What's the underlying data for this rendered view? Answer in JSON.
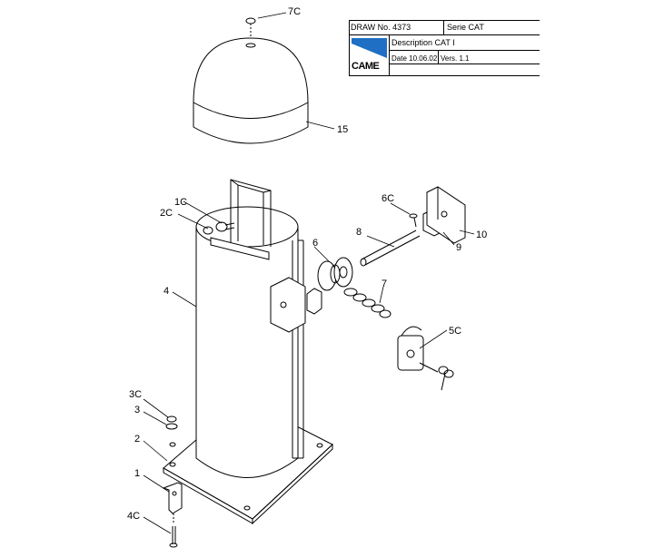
{
  "title_block": {
    "drawing_number": "DRAW No. 4373",
    "series": "Serie CAT",
    "description": "Description CAT I",
    "date": "Date 10.06.02",
    "version": "Vers. 1.1",
    "logo_text": "CAME",
    "logo_color": "#1f6fc4"
  },
  "part_labels": {
    "p7c": "7C",
    "p15": "15",
    "p1c": "1C",
    "p2c": "2C",
    "p6c": "6C",
    "p8": "8",
    "p10": "10",
    "p9": "9",
    "p6": "6",
    "p7": "7",
    "p4": "4",
    "p5c": "5C",
    "p3c": "3C",
    "p3": "3",
    "p2": "2",
    "p1": "1",
    "p4c": "4C"
  }
}
